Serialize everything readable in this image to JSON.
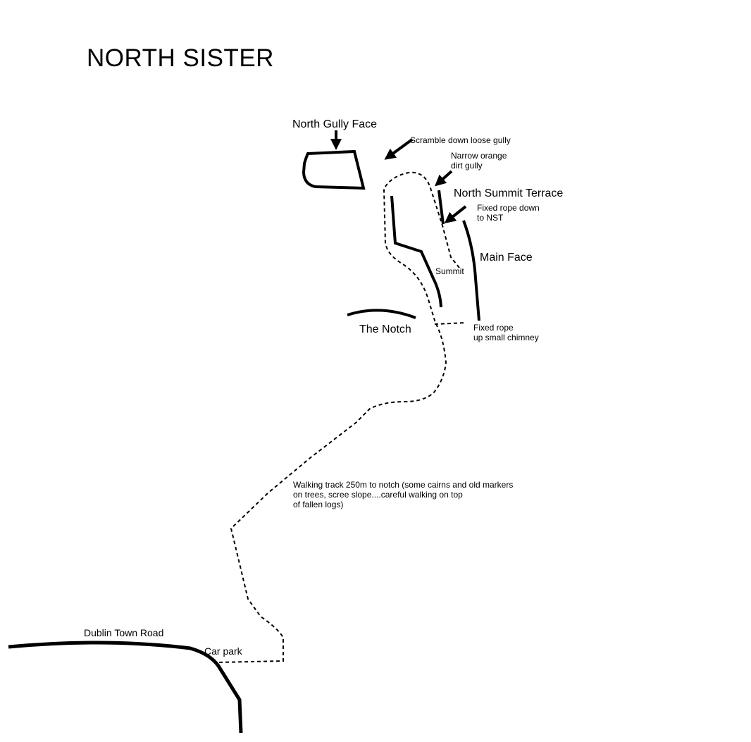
{
  "title": "NORTH SISTER",
  "labels": {
    "north_gully_face": "North Gully Face",
    "scramble": "Scramble down loose gully",
    "narrow_gully_1": "Narrow orange",
    "narrow_gully_2": "dirt gully",
    "north_summit_terrace": "North Summit Terrace",
    "fixed_rope_down_1": "Fixed rope down",
    "fixed_rope_down_2": "to NST",
    "main_face": "Main Face",
    "summit": "Summit",
    "the_notch": "The Notch",
    "fixed_rope_up_1": "Fixed rope",
    "fixed_rope_up_2": "up small chimney",
    "walking_track_1": "Walking track 250m to notch (some cairns and old markers",
    "walking_track_2": "on trees, scree slope....careful walking on top",
    "walking_track_3": "of fallen logs)",
    "road": "Dublin Town Road",
    "car_park": "Car park"
  },
  "colors": {
    "ink": "#000000",
    "background": "#ffffff"
  }
}
